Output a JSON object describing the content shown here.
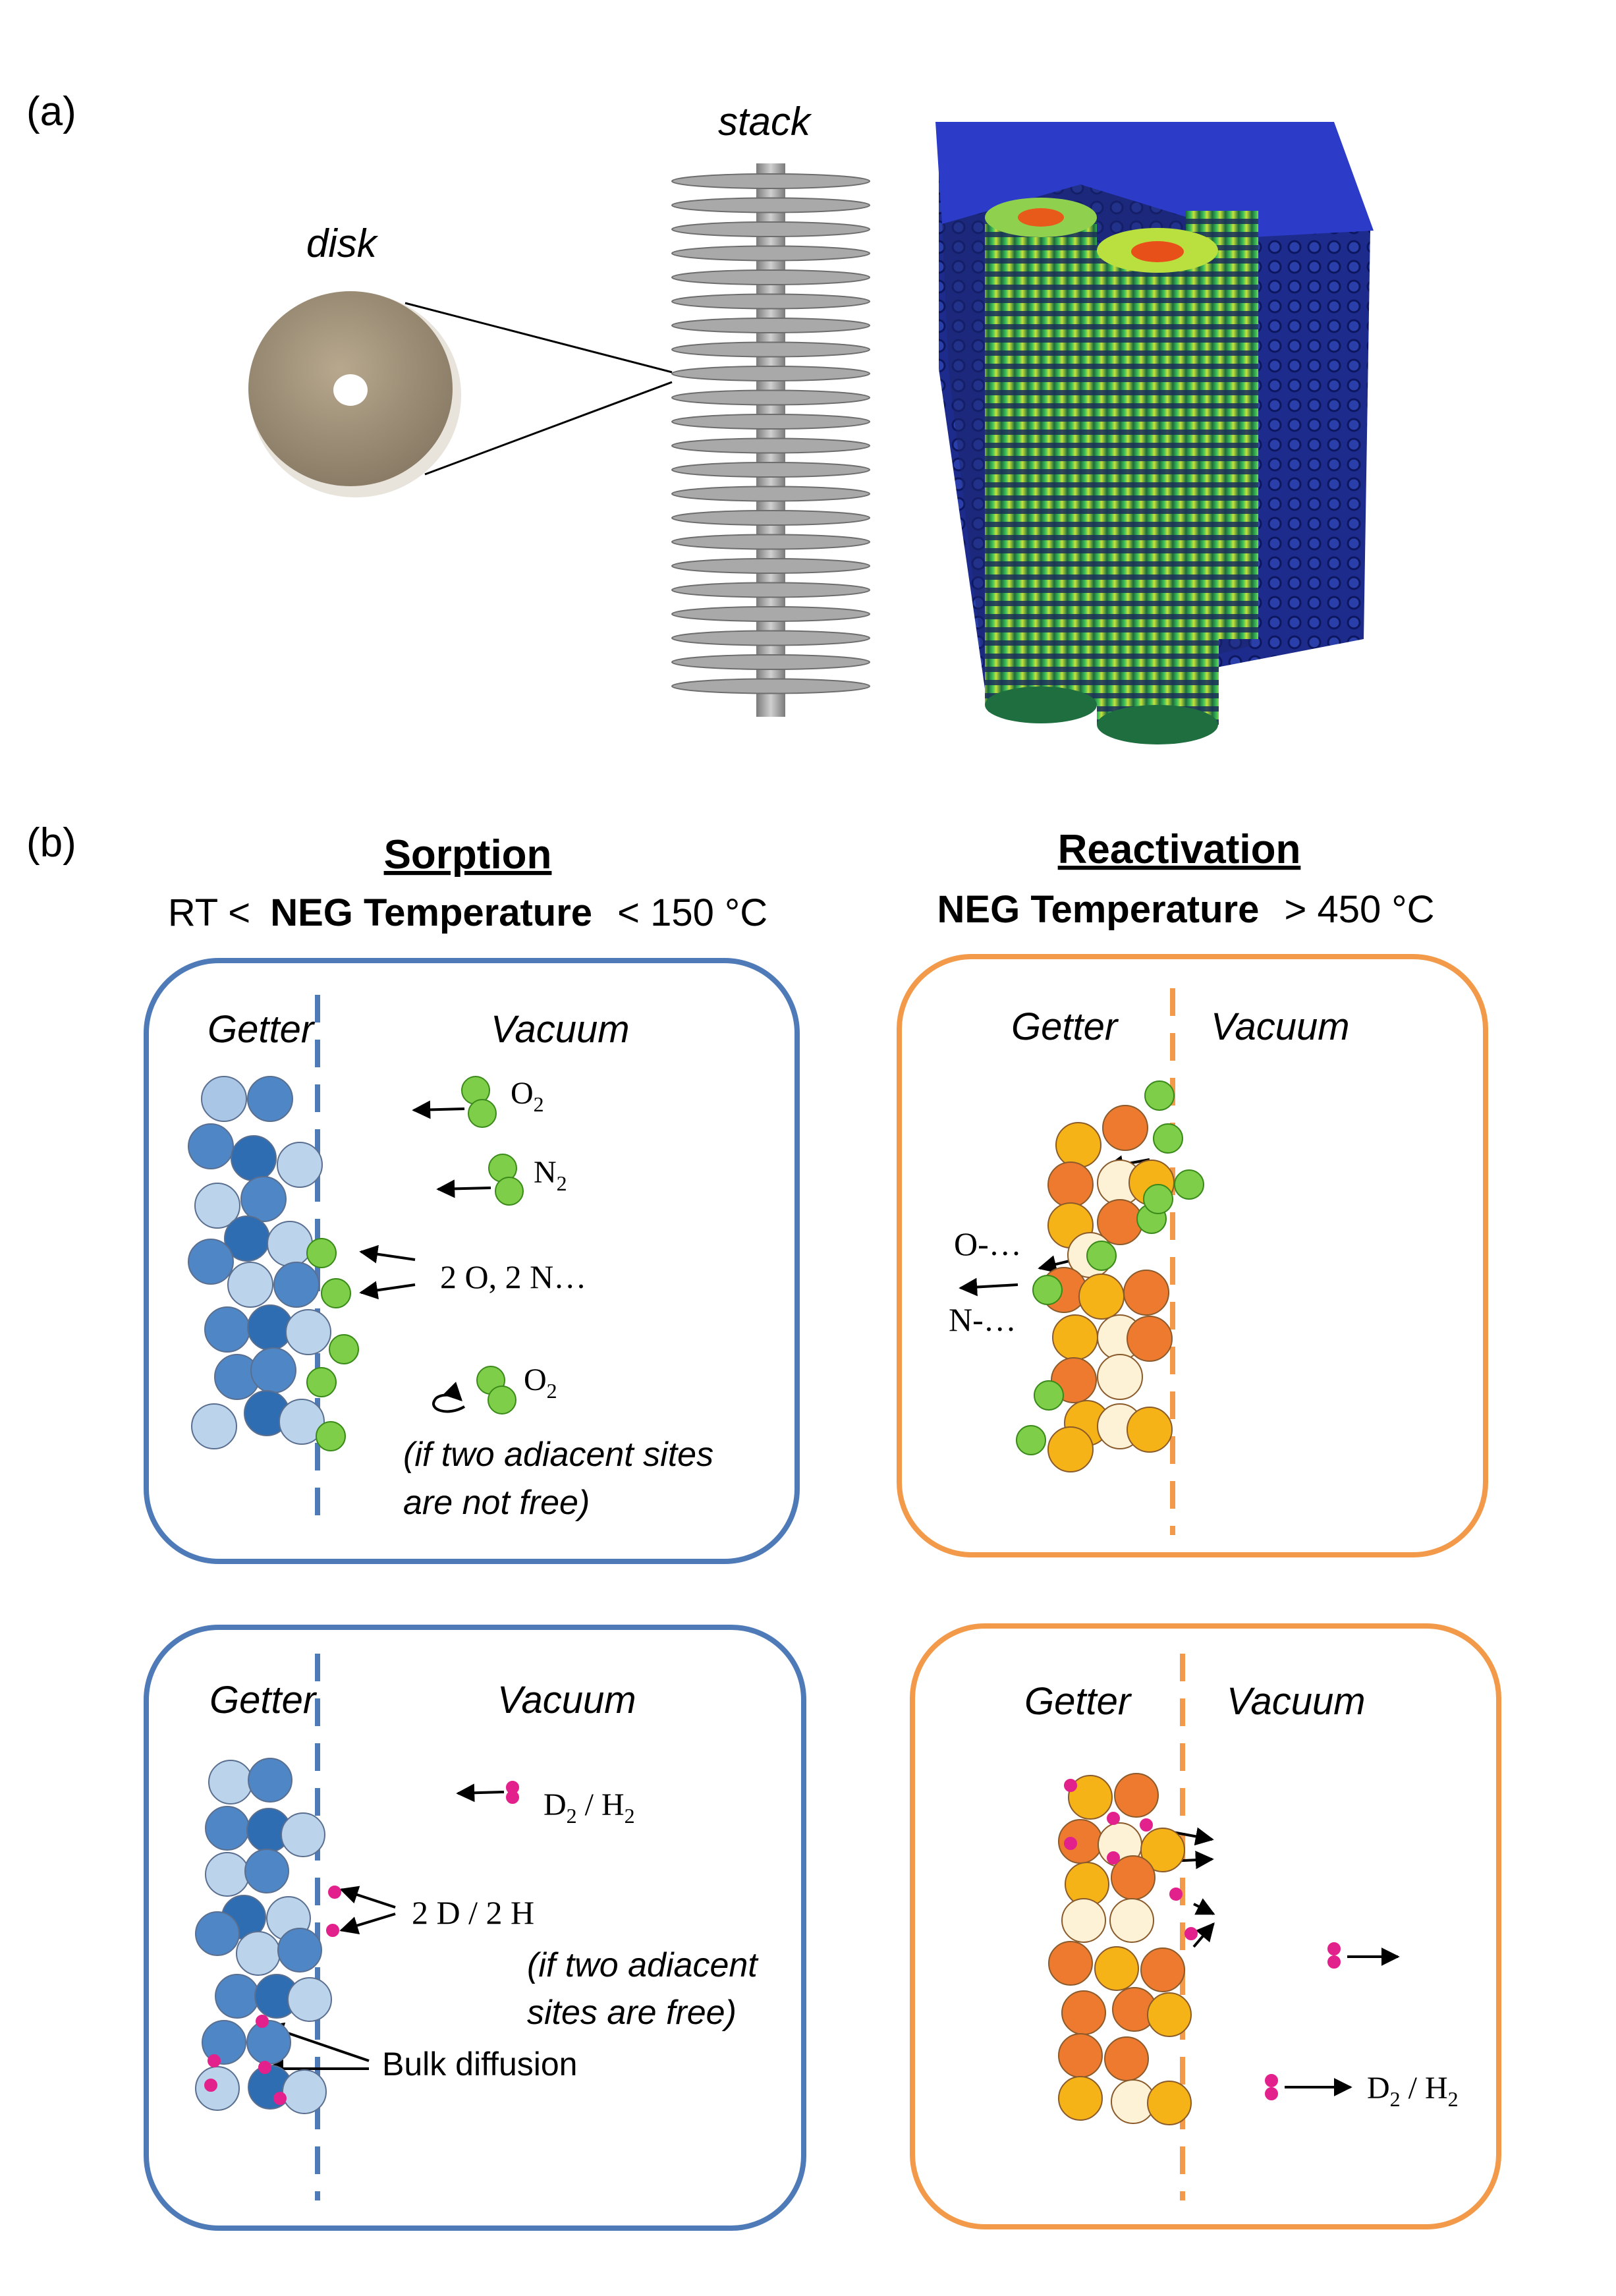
{
  "panel_a": {
    "label": "(a)",
    "disk_label": "disk",
    "stack_label": "stack"
  },
  "panel_b": {
    "label": "(b)",
    "sorption": {
      "title": "Sorption",
      "temp_prefix": "RT <",
      "temp_bold": "NEG Temperature",
      "temp_suffix": "< 150 °C",
      "box1": {
        "getter": "Getter",
        "vacuum": "Vacuum",
        "o2_a": "O",
        "o2_a_sub": "2",
        "n2": "N",
        "n2_sub": "2",
        "atoms": "2 O, 2 N…",
        "o2_b": "O",
        "o2_b_sub": "2",
        "note_line1": "(if two adiacent sites",
        "note_line2": "are not  free)"
      },
      "box2": {
        "getter": "Getter",
        "vacuum": "Vacuum",
        "d2h2": "D",
        "d2h2_sub1": "2",
        "d2h2_mid": " / H",
        "d2h2_sub2": "2",
        "atoms": "2 D / 2 H",
        "note_line1": "(if two adiacent",
        "note_line2": "sites are free)",
        "bulk": "Bulk diffusion"
      }
    },
    "reactivation": {
      "title": "Reactivation",
      "temp_bold": "NEG Temperature",
      "temp_suffix": ">  450 °C",
      "box1": {
        "getter": "Getter",
        "vacuum": "Vacuum",
        "o_label": "O-…",
        "n_label": "N-…"
      },
      "box2": {
        "getter": "Getter",
        "vacuum": "Vacuum",
        "d2h2": "D",
        "d2h2_sub1": "2",
        "d2h2_mid": " / H",
        "d2h2_sub2": "2"
      }
    }
  },
  "colors": {
    "blue_frame": "#4f7ab8",
    "orange_frame": "#f29a4a",
    "green_atom": "#7fce4a",
    "magenta_atom": "#e2218c"
  }
}
